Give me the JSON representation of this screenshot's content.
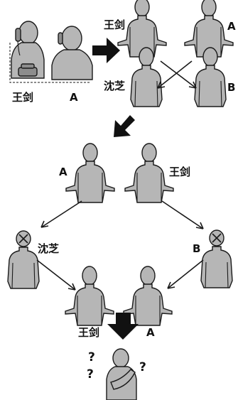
{
  "labels": {
    "phone_left": "王剑",
    "phone_right": "A",
    "top_wj": "王剑",
    "top_a": "A",
    "top_sz": "沈芝",
    "top_b": "B",
    "mid_a": "A",
    "mid_wj": "王剑",
    "mid_sz": "沈芝",
    "mid_b": "B",
    "bottom_wj": "王剑",
    "bottom_a": "A"
  },
  "question_marks": [
    "?",
    "?",
    "?"
  ],
  "colors": {
    "figure_fill": "#b6b6b6",
    "outline": "#1a1a1a",
    "arrow": "#111111"
  },
  "icons": {
    "phone": "telephone-icon",
    "big_arrow": "thick-arrow-icon",
    "crossed_head": "cross-mark-icon"
  }
}
